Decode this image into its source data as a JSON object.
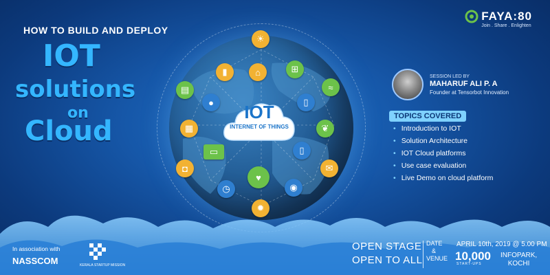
{
  "headline": {
    "kicker": "HOW TO BUILD AND DEPLOY",
    "line1": "IOT",
    "line2": "solutions",
    "line3": "on",
    "line4": "Cloud"
  },
  "globe": {
    "cloud_title": "IOT",
    "cloud_subtitle": "INTERNET OF THINGS",
    "icons": [
      "sun-icon",
      "home-icon",
      "cart-icon",
      "wifi-icon",
      "thermometer-icon",
      "phone-icon",
      "leaf-icon",
      "chart-icon",
      "car-icon",
      "calendar-icon",
      "laptop-icon",
      "door-icon",
      "lock-icon",
      "mail-icon",
      "clock-icon",
      "heartbeat-icon",
      "camera-icon",
      "settings-icon"
    ]
  },
  "logo": {
    "name": "FAYA:80",
    "tagline": "Join . Share . Enlighten"
  },
  "session": {
    "label": "SESSION LED BY",
    "speaker": "MAHARUF ALI P. A",
    "role": "Founder at Tensorbot Innovation"
  },
  "topics": {
    "heading": "TOPICS COVERED",
    "items": [
      "Introduction to IOT",
      "Solution Architecture",
      "IOT Cloud platforms",
      "Use case evaluation",
      "Live Demo on cloud platform"
    ]
  },
  "footer": {
    "assoc_label": "In association with",
    "nasscom": "NASSCOM",
    "ksum": "KERALA STARTUP MISSION",
    "stage_line1": "OPEN STAGE",
    "stage_line2": "OPEN TO ALL",
    "date_label": "DATE",
    "amp": "&",
    "venue_label": "VENUE",
    "datetime": "APRIL 10th, 2019 @ 5.00 PM",
    "tenk": "10,000",
    "tenk_sub": "START-UPS",
    "venue_line1": "INFOPARK,",
    "venue_line2": "KOCHI"
  },
  "colors": {
    "accent": "#34b6ff",
    "badge": "#7fd2ff",
    "bg_dark": "#082a60",
    "bg_light": "#1f6fc7"
  }
}
